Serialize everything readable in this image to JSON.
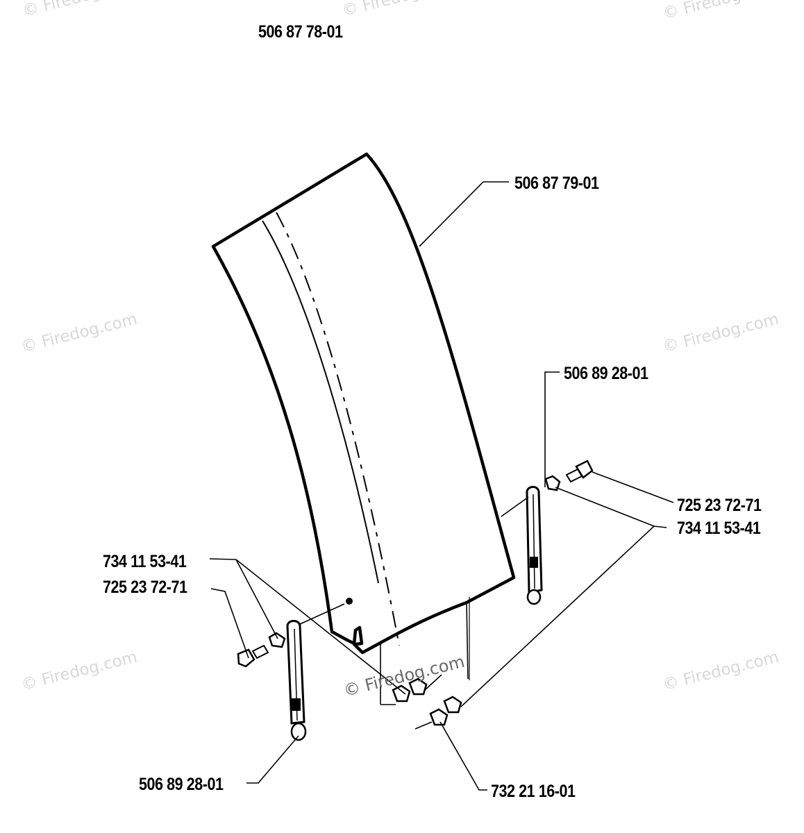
{
  "diagram": {
    "assembly_number": "506 87 78-01",
    "callouts": {
      "deflector": "506 87 79-01",
      "bracket_right": "506 89 28-01",
      "screw_right": "725 23 72-71",
      "washer_right": "734 11 53-41",
      "washer_left": "734 11 53-41",
      "screw_left": "725 23 72-71",
      "bracket_left": "506 89 28-01",
      "nut": "732 21 16-01"
    },
    "colors": {
      "line": "#000000",
      "background": "#ffffff",
      "watermark": "#d8d8d8"
    }
  },
  "watermark": {
    "text": "© Firedog.com"
  }
}
